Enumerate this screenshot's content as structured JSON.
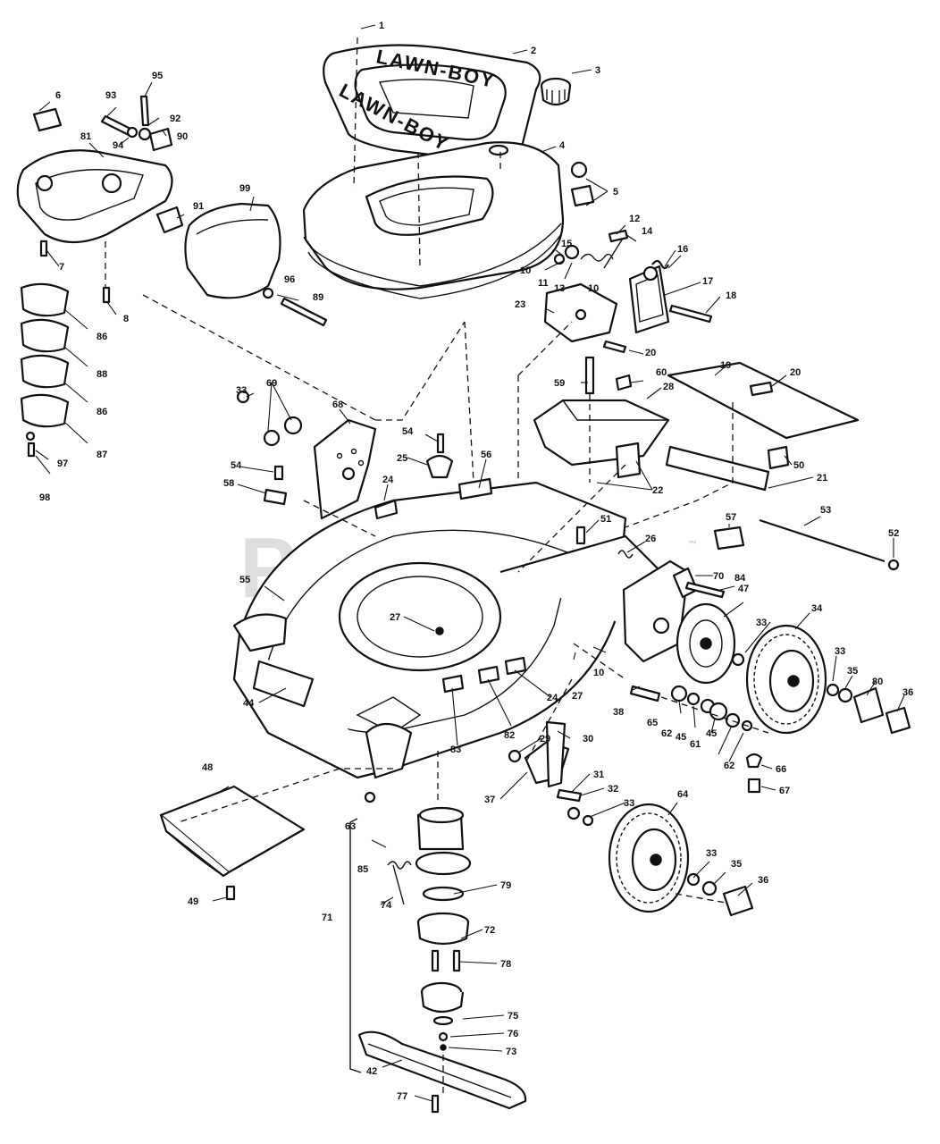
{
  "watermark": "PartsTree",
  "watermark_mark": "™",
  "cover_branding": "LAWN-BOY",
  "callouts": [
    {
      "id": "1",
      "text": "1"
    },
    {
      "id": "2",
      "text": "2"
    },
    {
      "id": "3",
      "text": "3"
    },
    {
      "id": "4",
      "text": "4"
    },
    {
      "id": "5",
      "text": "5"
    },
    {
      "id": "6",
      "text": "6"
    },
    {
      "id": "7",
      "text": "7"
    },
    {
      "id": "8",
      "text": "8"
    },
    {
      "id": "10a",
      "text": "10"
    },
    {
      "id": "10b",
      "text": "10"
    },
    {
      "id": "10c",
      "text": "10"
    },
    {
      "id": "11",
      "text": "11"
    },
    {
      "id": "12",
      "text": "12"
    },
    {
      "id": "13",
      "text": "13"
    },
    {
      "id": "14",
      "text": "14"
    },
    {
      "id": "15",
      "text": "15"
    },
    {
      "id": "16",
      "text": "16"
    },
    {
      "id": "17",
      "text": "17"
    },
    {
      "id": "18",
      "text": "18"
    },
    {
      "id": "19",
      "text": "19"
    },
    {
      "id": "20a",
      "text": "20"
    },
    {
      "id": "20b",
      "text": "20"
    },
    {
      "id": "21",
      "text": "21"
    },
    {
      "id": "22",
      "text": "22"
    },
    {
      "id": "23",
      "text": "23"
    },
    {
      "id": "24a",
      "text": "24"
    },
    {
      "id": "24b",
      "text": "24"
    },
    {
      "id": "25",
      "text": "25"
    },
    {
      "id": "26",
      "text": "26"
    },
    {
      "id": "27a",
      "text": "27"
    },
    {
      "id": "27b",
      "text": "27"
    },
    {
      "id": "28",
      "text": "28"
    },
    {
      "id": "29",
      "text": "29"
    },
    {
      "id": "30",
      "text": "30"
    },
    {
      "id": "31",
      "text": "31"
    },
    {
      "id": "32",
      "text": "32"
    },
    {
      "id": "33a",
      "text": "33"
    },
    {
      "id": "33b",
      "text": "33"
    },
    {
      "id": "33c",
      "text": "33"
    },
    {
      "id": "33d",
      "text": "33"
    },
    {
      "id": "33e",
      "text": "33"
    },
    {
      "id": "34",
      "text": "34"
    },
    {
      "id": "35a",
      "text": "35"
    },
    {
      "id": "35b",
      "text": "35"
    },
    {
      "id": "36a",
      "text": "36"
    },
    {
      "id": "36b",
      "text": "36"
    },
    {
      "id": "37",
      "text": "37"
    },
    {
      "id": "38",
      "text": "38"
    },
    {
      "id": "42",
      "text": "42"
    },
    {
      "id": "44",
      "text": "44"
    },
    {
      "id": "45a",
      "text": "45"
    },
    {
      "id": "45b",
      "text": "45"
    },
    {
      "id": "47",
      "text": "47"
    },
    {
      "id": "48",
      "text": "48"
    },
    {
      "id": "49",
      "text": "49"
    },
    {
      "id": "50",
      "text": "50"
    },
    {
      "id": "51",
      "text": "51"
    },
    {
      "id": "52",
      "text": "52"
    },
    {
      "id": "53",
      "text": "53"
    },
    {
      "id": "54a",
      "text": "54"
    },
    {
      "id": "54b",
      "text": "54"
    },
    {
      "id": "55",
      "text": "55"
    },
    {
      "id": "56",
      "text": "56"
    },
    {
      "id": "57",
      "text": "57"
    },
    {
      "id": "58",
      "text": "58"
    },
    {
      "id": "59",
      "text": "59"
    },
    {
      "id": "60",
      "text": "60"
    },
    {
      "id": "61",
      "text": "61"
    },
    {
      "id": "62a",
      "text": "62"
    },
    {
      "id": "62b",
      "text": "62"
    },
    {
      "id": "63",
      "text": "63"
    },
    {
      "id": "64",
      "text": "64"
    },
    {
      "id": "65",
      "text": "65"
    },
    {
      "id": "66",
      "text": "66"
    },
    {
      "id": "67",
      "text": "67"
    },
    {
      "id": "68",
      "text": "68"
    },
    {
      "id": "69",
      "text": "69"
    },
    {
      "id": "70",
      "text": "70"
    },
    {
      "id": "71",
      "text": "71"
    },
    {
      "id": "72",
      "text": "72"
    },
    {
      "id": "73",
      "text": "73"
    },
    {
      "id": "74",
      "text": "74"
    },
    {
      "id": "75",
      "text": "75"
    },
    {
      "id": "76",
      "text": "76"
    },
    {
      "id": "77",
      "text": "77"
    },
    {
      "id": "78",
      "text": "78"
    },
    {
      "id": "79",
      "text": "79"
    },
    {
      "id": "80",
      "text": "80"
    },
    {
      "id": "81",
      "text": "81"
    },
    {
      "id": "82",
      "text": "82"
    },
    {
      "id": "83",
      "text": "83"
    },
    {
      "id": "84",
      "text": "84"
    },
    {
      "id": "85",
      "text": "85"
    },
    {
      "id": "86a",
      "text": "86"
    },
    {
      "id": "86b",
      "text": "86"
    },
    {
      "id": "87",
      "text": "87"
    },
    {
      "id": "88",
      "text": "88"
    },
    {
      "id": "89",
      "text": "89"
    },
    {
      "id": "90",
      "text": "90"
    },
    {
      "id": "91",
      "text": "91"
    },
    {
      "id": "92",
      "text": "92"
    },
    {
      "id": "93",
      "text": "93"
    },
    {
      "id": "94",
      "text": "94"
    },
    {
      "id": "95",
      "text": "95"
    },
    {
      "id": "96",
      "text": "96"
    },
    {
      "id": "97",
      "text": "97"
    },
    {
      "id": "98",
      "text": "98"
    },
    {
      "id": "99",
      "text": "99"
    }
  ]
}
